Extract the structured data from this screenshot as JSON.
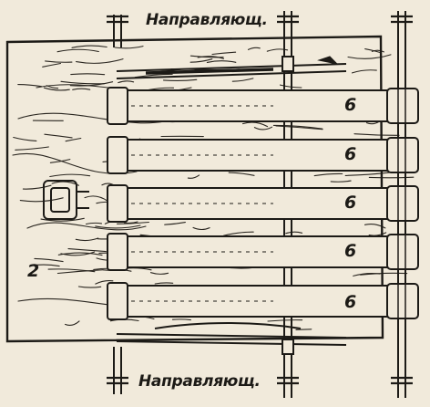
{
  "labels": {
    "guide_top": "Направляющ.",
    "guide_bottom": "Направляющ.",
    "board_number": "2",
    "slat_numbers": [
      "6",
      "6",
      "6",
      "6",
      "6"
    ]
  },
  "colors": {
    "paper": "#f1eadb",
    "ink": "#1c1a16"
  }
}
